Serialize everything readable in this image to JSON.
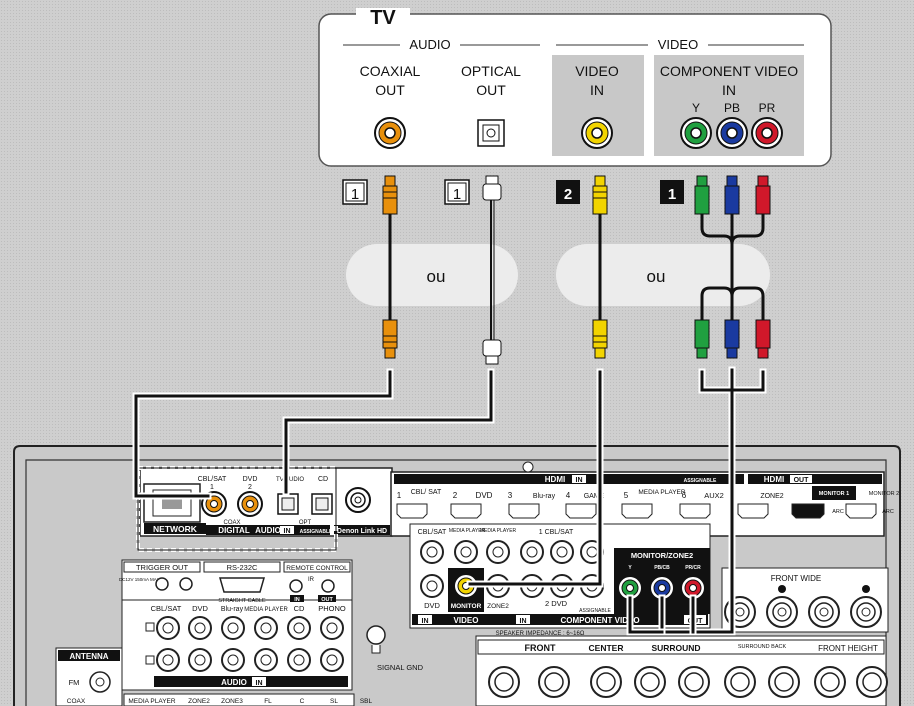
{
  "tv": {
    "title": "TV",
    "audio_group": "AUDIO",
    "video_group": "VIDEO",
    "coaxial_line1": "COAXIAL",
    "coaxial_line2": "OUT",
    "optical_line1": "OPTICAL",
    "optical_line2": "OUT",
    "video_line1": "VIDEO",
    "video_line2": "IN",
    "component_line1": "COMPONENT VIDEO",
    "component_line2": "IN",
    "comp_y": "Y",
    "comp_pb": "PB",
    "comp_pr": "PR"
  },
  "cables": {
    "step_coax": "1",
    "step_optical": "1",
    "step_video": "2",
    "step_component": "1",
    "or_left": "ou",
    "or_right": "ou"
  },
  "receiver": {
    "network": "NETWORK",
    "digital": "DIGITAL",
    "audio_in_label": "AUDIO",
    "in_tag": "IN",
    "assignable": "ASSIGNABLE",
    "denon_link": "Denon Link HD",
    "cbl_sat_1": "CBL/SAT",
    "cbl_sat_1_num": "1",
    "dvd_2": "DVD",
    "dvd_2_num": "2",
    "coax": "COAX",
    "tv_audio": "TV AUDIO",
    "cd": "CD",
    "opt": "OPT",
    "hdmi": "HDMI",
    "hdmi_in": "IN",
    "hdmi_out": "OUT",
    "hdmi_inputs": [
      "1",
      "CBL/ SAT",
      "2",
      "DVD",
      "3",
      "Blu-ray",
      "4",
      "GAME",
      "5",
      "MEDIA PLAYER",
      "6",
      "AUX2"
    ],
    "zone2": "ZONE2",
    "monitor1": "MONITOR 1",
    "monitor2": "MONITOR 2",
    "arc": "ARC",
    "trigger_out": "TRIGGER OUT",
    "trigger_spec": "DC12V 150mA MAX.",
    "rs232c": "RS-232C",
    "straight_cable": "STRAIGHT CABLE",
    "remote_control": "REMOTE CONTROL",
    "ir": "IR",
    "out": "OUT",
    "audio_row_labels": [
      "CBL/SAT",
      "DVD",
      "Blu-ray",
      "MEDIA PLAYER",
      "CD",
      "PHONO"
    ],
    "audio_bottom": "AUDIO",
    "signal_gnd": "SIGNAL GND",
    "antenna": "ANTENNA",
    "fm": "FM",
    "coax_bottom": "COAX",
    "preout_labels": [
      "MEDIA PLAYER",
      "ZONE2",
      "ZONE3",
      "FL",
      "C",
      "SL",
      "SBL"
    ],
    "comp_cbl_sat": "CBL/SAT",
    "comp_media_player": "MEDIA PLAYER",
    "comp_1_cbl_sat": "1 CBL/SAT",
    "comp_2_dvd": "2 DVD",
    "dvd": "DVD",
    "monitor": "MONITOR",
    "video": "VIDEO",
    "component_video": "COMPONENT VIDEO",
    "monitor_zone2": "MONITOR/ZONE2",
    "y": "Y",
    "pb_cb": "PB/CB",
    "pr_cr": "PR/CR",
    "front_wide": "FRONT WIDE",
    "speaker_impedance": "SPEAKER IMPEDANCE : 6~16Ω",
    "front": "FRONT",
    "center": "CENTER",
    "surround": "SURROUND",
    "surround_back": "SURROUND BACK",
    "front_height": "FRONT HEIGHT"
  },
  "colors": {
    "coax_orange": "#e8900c",
    "video_yellow": "#f2d400",
    "comp_green": "#20a040",
    "comp_blue": "#1a3aa0",
    "comp_red": "#d0182a"
  }
}
